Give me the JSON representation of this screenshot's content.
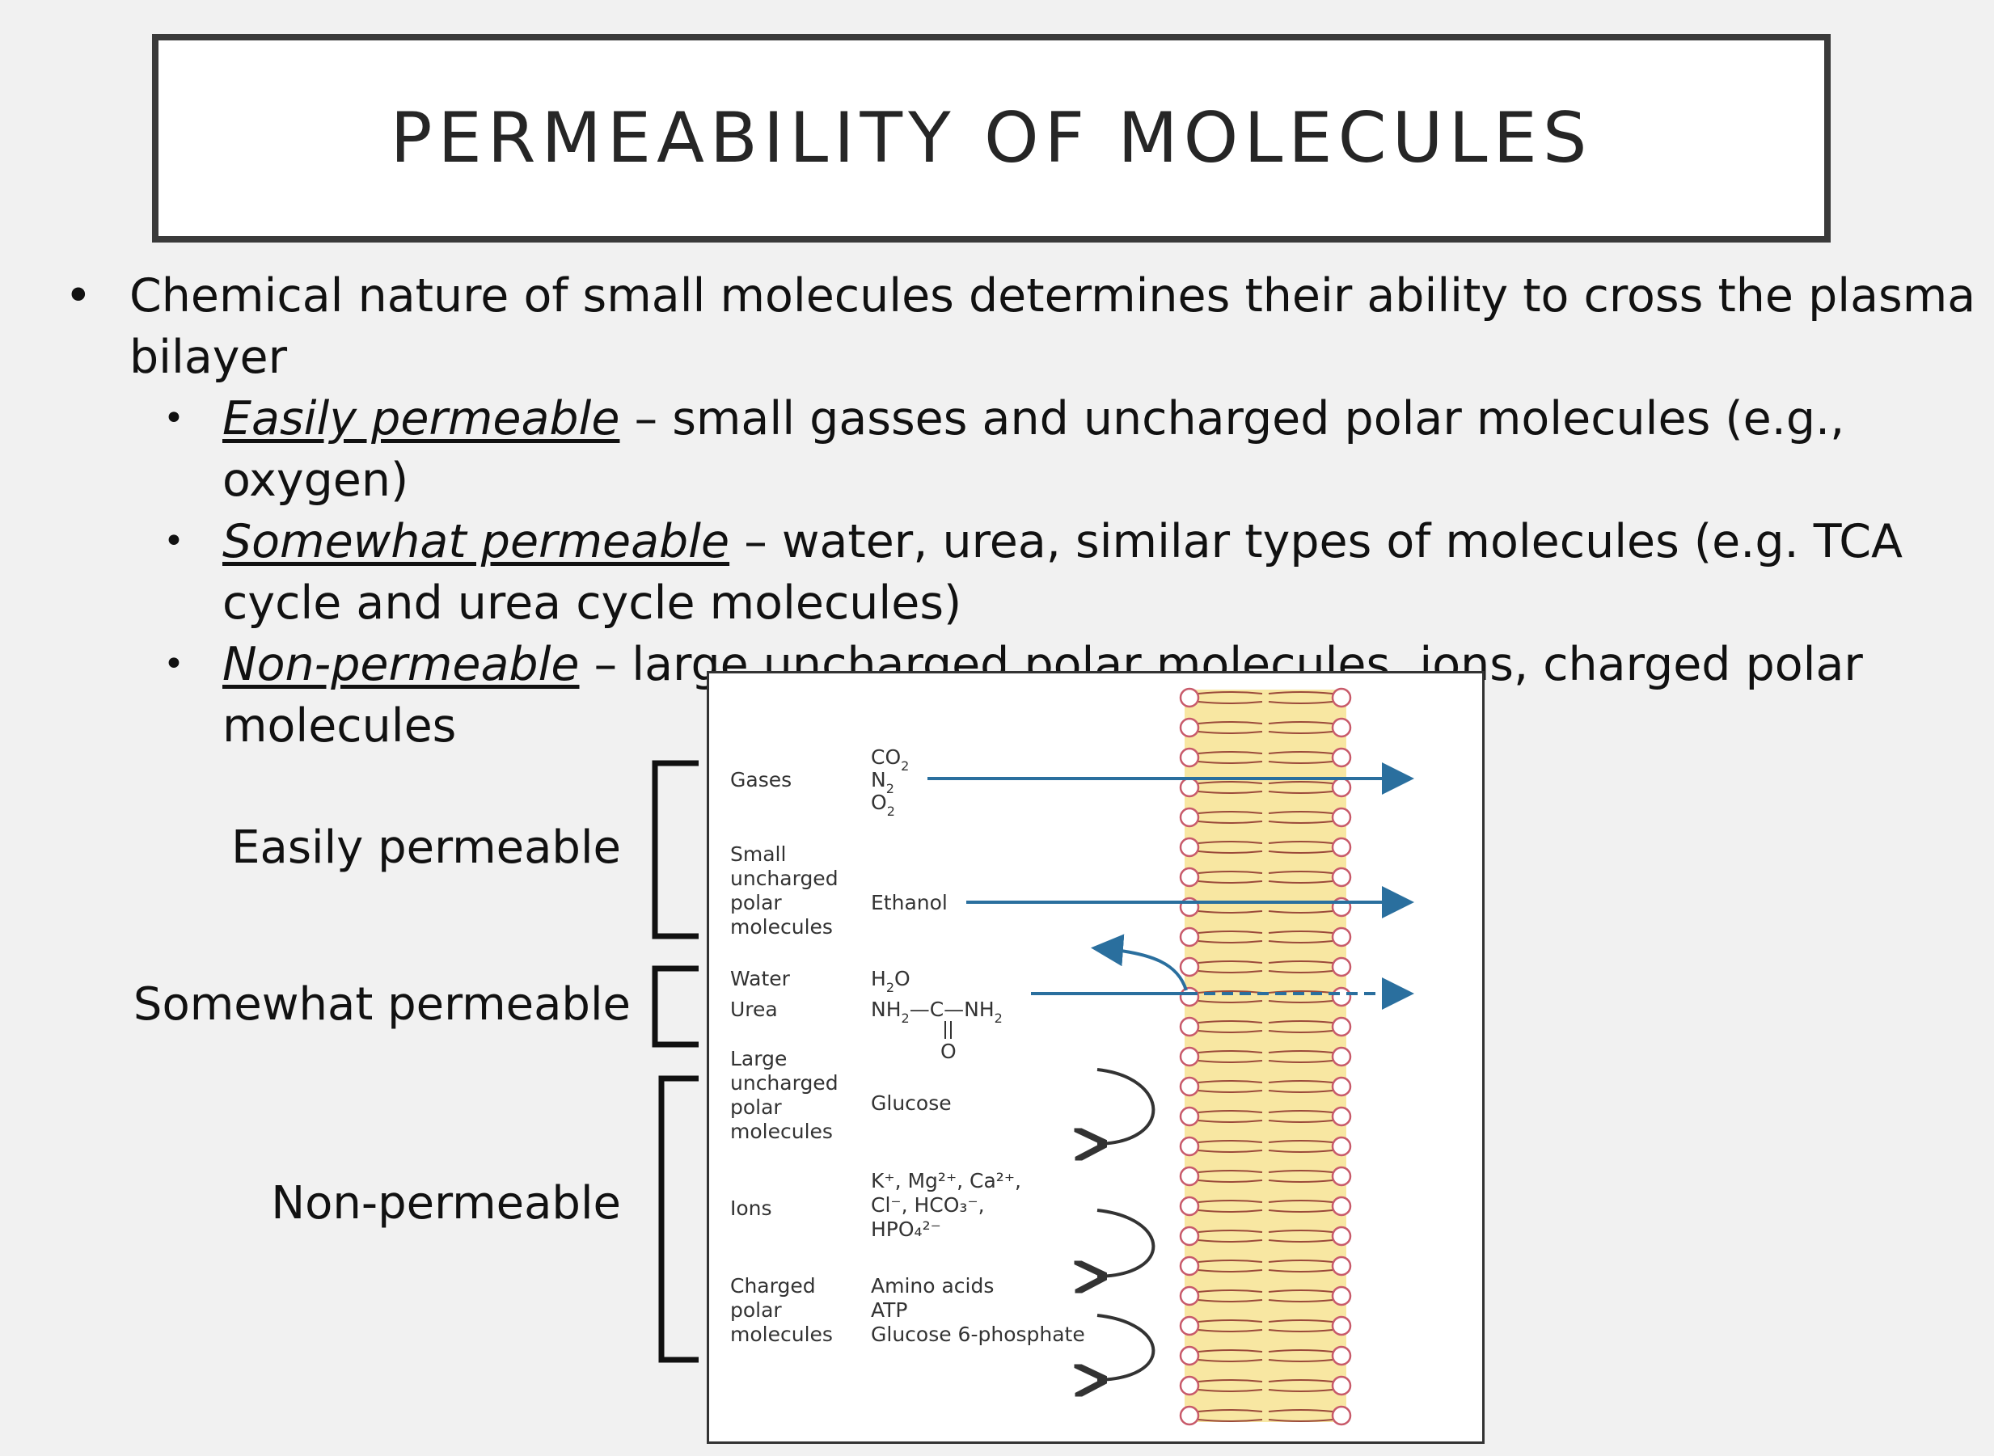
{
  "title": "PERMEABILITY OF MOLECULES",
  "bullets": {
    "main": "Chemical nature of small molecules determines their ability to cross the plasma bilayer",
    "items": [
      {
        "term": "Easily permeable",
        "text": "– small gasses and uncharged polar molecules (e.g., oxygen)"
      },
      {
        "term": "Somewhat permeable",
        "text": "– water, urea, similar types of molecules (e.g. TCA cycle and urea cycle molecules)"
      },
      {
        "term": "Non-permeable",
        "text": "– large uncharged polar molecules, ions, charged polar molecules"
      }
    ]
  },
  "side_labels": {
    "easily": "Easily permeable",
    "somewhat": "Somewhat permeable",
    "non": "Non-permeable"
  },
  "figure": {
    "categories": {
      "gases": "Gases",
      "small_1": "Small",
      "small_2": "uncharged",
      "small_3": "polar",
      "small_4": "molecules",
      "water": "Water",
      "urea": "Urea",
      "large_1": "Large",
      "large_2": "uncharged",
      "large_3": "polar",
      "large_4": "molecules",
      "ions": "Ions",
      "charged_1": "Charged",
      "charged_2": "polar",
      "charged_3": "molecules"
    },
    "molecules": {
      "co2": "CO",
      "n2": "N",
      "o2": "O",
      "sub2": "2",
      "ethanol": "Ethanol",
      "h2o_h": "H",
      "h2o_o": "O",
      "urea_nh2_left": "NH",
      "urea_c": "—C—",
      "urea_nh2_right": "NH",
      "urea_o": "O",
      "glucose": "Glucose",
      "ions_line1": "K⁺, Mg²⁺, Ca²⁺,",
      "ions_line2": "Cl⁻, HCO₃⁻,",
      "ions_line3": "HPO₄²⁻",
      "amino_acids": "Amino acids",
      "atp": "ATP",
      "g6p": "Glucose 6-phosphate"
    },
    "colors": {
      "arrow_blue": "#2a6f9e",
      "membrane_fill": "#f8e7a2",
      "head_stroke": "#c85a6a",
      "tail_stroke": "#9b4a3a",
      "dark_arrow": "#333333"
    }
  }
}
